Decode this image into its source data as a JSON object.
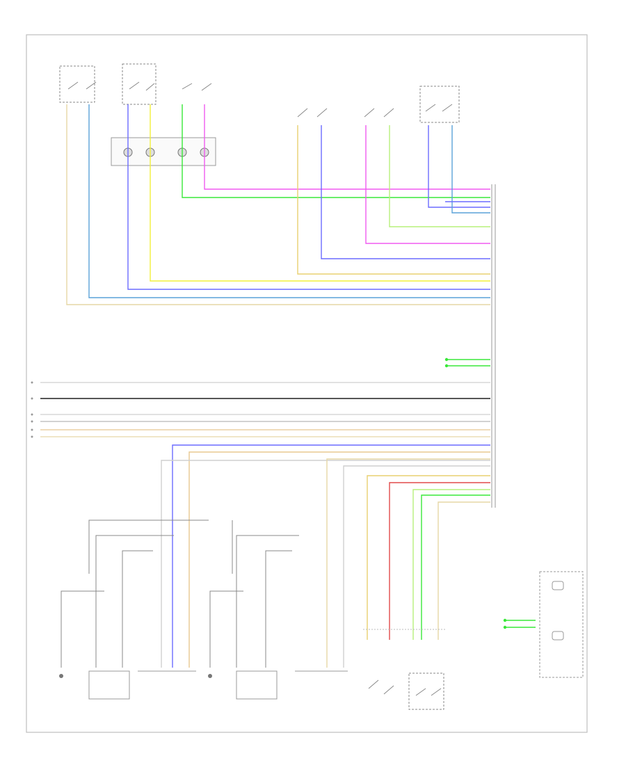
{
  "diagram": {
    "title": "",
    "wires": [
      {
        "name": "beige",
        "color": "#e6d7a6"
      },
      {
        "name": "lt-blue",
        "color": "#5aa2d8"
      },
      {
        "name": "blue",
        "color": "#6b6bff"
      },
      {
        "name": "yellow",
        "color": "#f2f03a"
      },
      {
        "name": "green",
        "color": "#38e838"
      },
      {
        "name": "magenta",
        "color": "#f05af0"
      },
      {
        "name": "lt-green",
        "color": "#b7f07a"
      },
      {
        "name": "red",
        "color": "#e24a4a"
      },
      {
        "name": "gray",
        "color": "#8a8a8a"
      },
      {
        "name": "tan",
        "color": "#e8c890"
      }
    ],
    "component_labels": {
      "main_module": "",
      "bottom_left": "",
      "bottom_center_left": "",
      "bottom_center_right": "",
      "bottom_right": "",
      "right_indicator": ""
    }
  }
}
